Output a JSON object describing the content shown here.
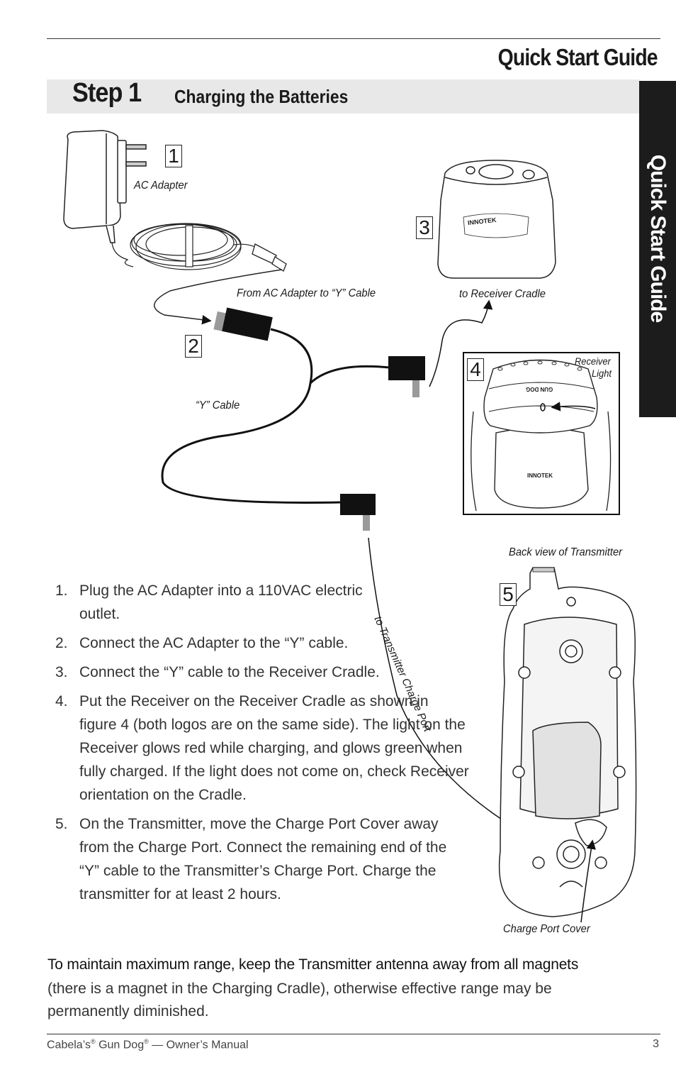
{
  "header": {
    "title": "Quick Start Guide",
    "step_number": "Step 1",
    "step_title": "Charging the Batteries",
    "side_tab": "Quick Start Guide"
  },
  "figure": {
    "callouts": [
      "1",
      "2",
      "3",
      "4",
      "5"
    ],
    "labels": {
      "ac_adapter": "AC Adapter",
      "from_ac": "From AC Adapter to “Y” Cable",
      "to_receiver_cradle": "to Receiver Cradle",
      "y_cable": "“Y” Cable",
      "receiver_light_1": "Receiver",
      "receiver_light_2": "Light",
      "back_view": "Back view of Transmitter",
      "to_transmitter": "to Transmitter Charge Port",
      "charge_port_cover": "Charge Port Cover"
    },
    "logos": {
      "innotek": "INNOTEK",
      "gun_dog": "GUN DOG"
    }
  },
  "instructions": [
    {
      "n": "1.",
      "text": "Plug the AC Adapter into a 110VAC electric outlet."
    },
    {
      "n": "2.",
      "text": "Connect the AC Adapter to the “Y” cable."
    },
    {
      "n": "3.",
      "text": "Connect the “Y” cable to the Receiver Cradle."
    },
    {
      "n": "4.",
      "text": "Put the Receiver on the Receiver Cradle as shown in figure 4 (both logos are on the same side). The light on the Receiver glows red while charging, and glows green when fully charged. If the light does not come on, check Receiver orientation on the Cradle."
    },
    {
      "n": "5.",
      "text": "On the Transmitter, move the Charge Port Cover away from the Charge Port. Connect the remaining end of the “Y” cable to the Transmitter’s Charge Port. Charge the transmitter for at least 2 hours."
    }
  ],
  "warning": {
    "headline": "To maintain maximum range, keep the Transmitter antenna away from all magnets",
    "body": "(there is a magnet in the Charging Cradle), otherwise effective range may be permanently diminished."
  },
  "footer": {
    "brand": "Cabela’s",
    "product": "Gun Dog",
    "reg": "®",
    "suffix": " — Owner’s Manual",
    "page": "3"
  }
}
